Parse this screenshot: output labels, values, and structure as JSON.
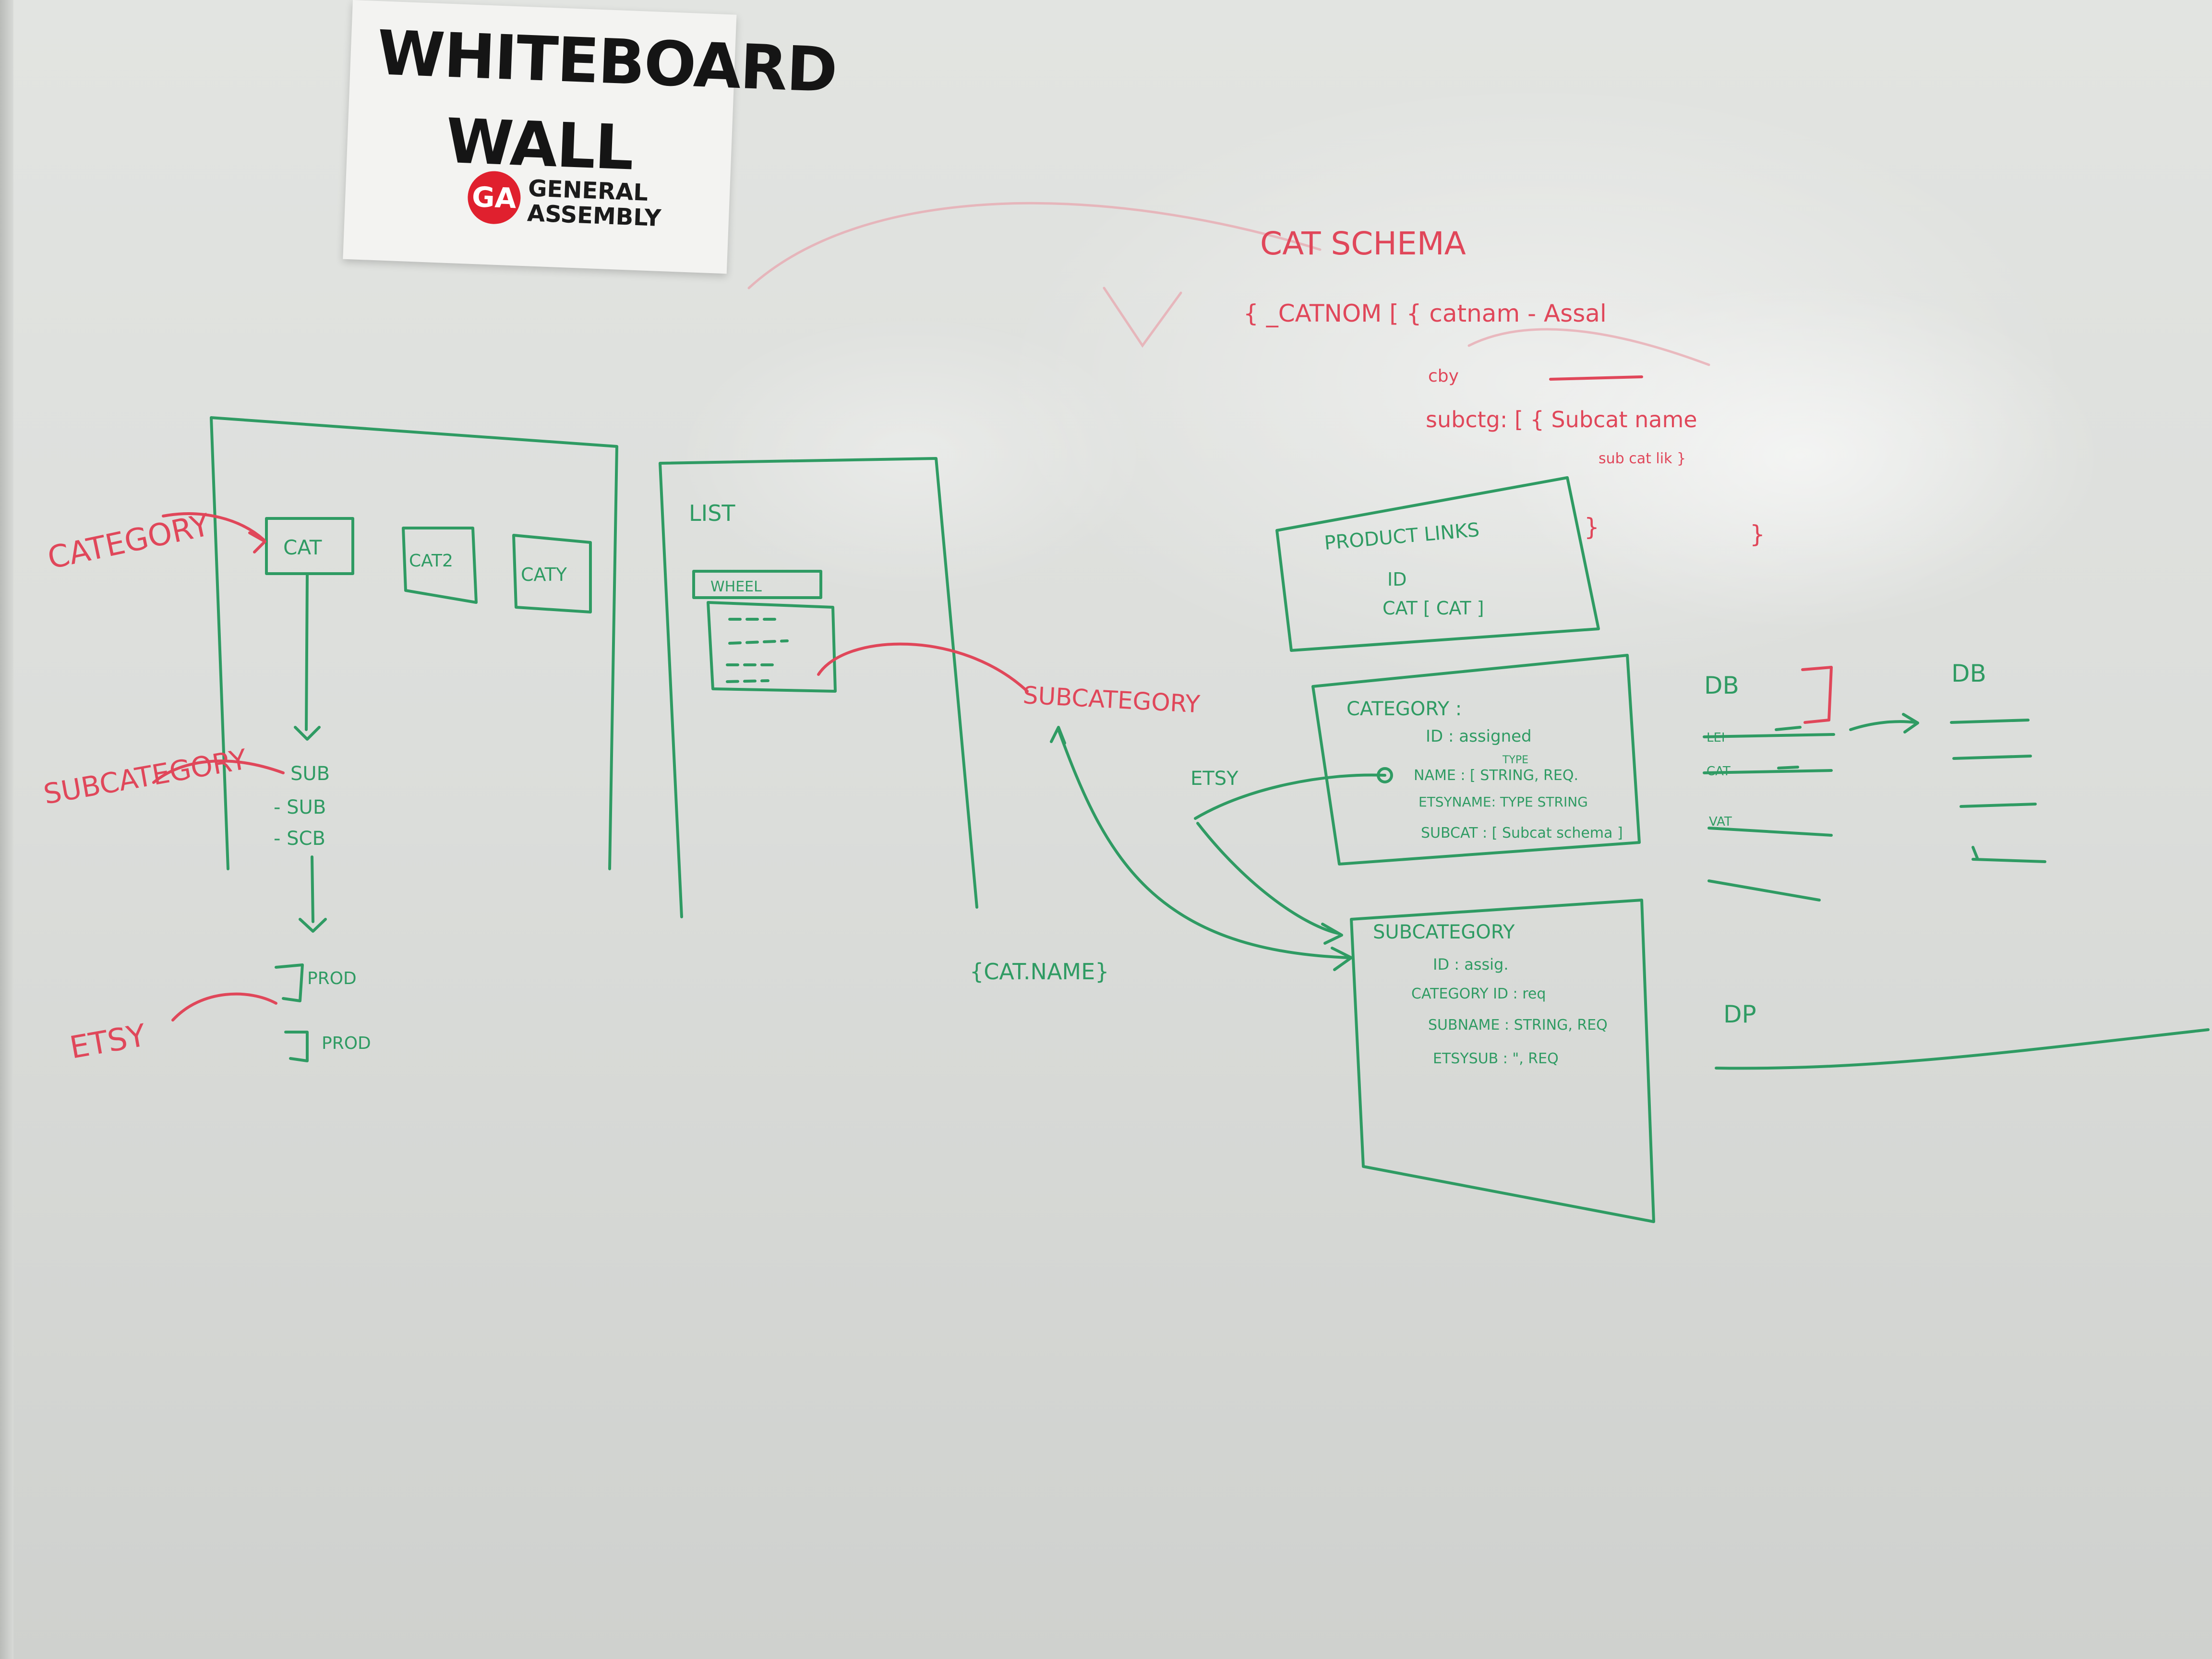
{
  "sign": {
    "title": "WHITEBOARD\nWALL",
    "badge": "GA",
    "org": "GENERAL\nASSEMBLY"
  },
  "red": {
    "category": "CATEGORY",
    "subcategory": "SUBCATEGORY",
    "etsy": "ETSY",
    "subcategory_arrow": "SUBCATEGORY",
    "cat_schema": "CAT SCHEMA",
    "schema_line1": "{ _CATNOM [ { catnam - Assal",
    "schema_line2": "cby",
    "schema_line3": "subctg: [ { Subcat name",
    "schema_line4": "sub cat lik }",
    "schema_brace1": "}",
    "schema_brace2": "}"
  },
  "green": {
    "cat1": "CAT",
    "cat2": "CAT2",
    "cat3": "CATY",
    "sub1": "SUB",
    "sub2": "- SUB",
    "sub3": "- SCB",
    "prod1": "PROD",
    "prod2": "PROD",
    "list": "LIST",
    "list_header": "WHEEL",
    "cat_name": "{CAT.NAME}",
    "etsy": "ETSY",
    "product_links": "PRODUCT LINKS",
    "pl_id": "ID",
    "pl_cat": "CAT [ CAT ]",
    "category_title": "CATEGORY :",
    "cat_id": "ID : assigned",
    "cat_name_field": "NAME : [ STRING, REQ.",
    "cat_name_type": "TYPE",
    "cat_etsyname": "ETSYNAME: TYPE STRING",
    "cat_subcat": "SUBCAT : [ Subcat schema ]",
    "subcategory_title": "SUBCATEGORY",
    "sub_id": "ID : assig.",
    "sub_category_id": "CATEGORY ID : req",
    "sub_subname": "SUBNAME : STRING, REQ",
    "sub_etsysub": "ETSYSUB : \", REQ",
    "db1": "DB",
    "db2": "DB",
    "db_row1": "LEI",
    "db_row2": "CAT",
    "db_row3": "VAT",
    "dp": "DP"
  }
}
